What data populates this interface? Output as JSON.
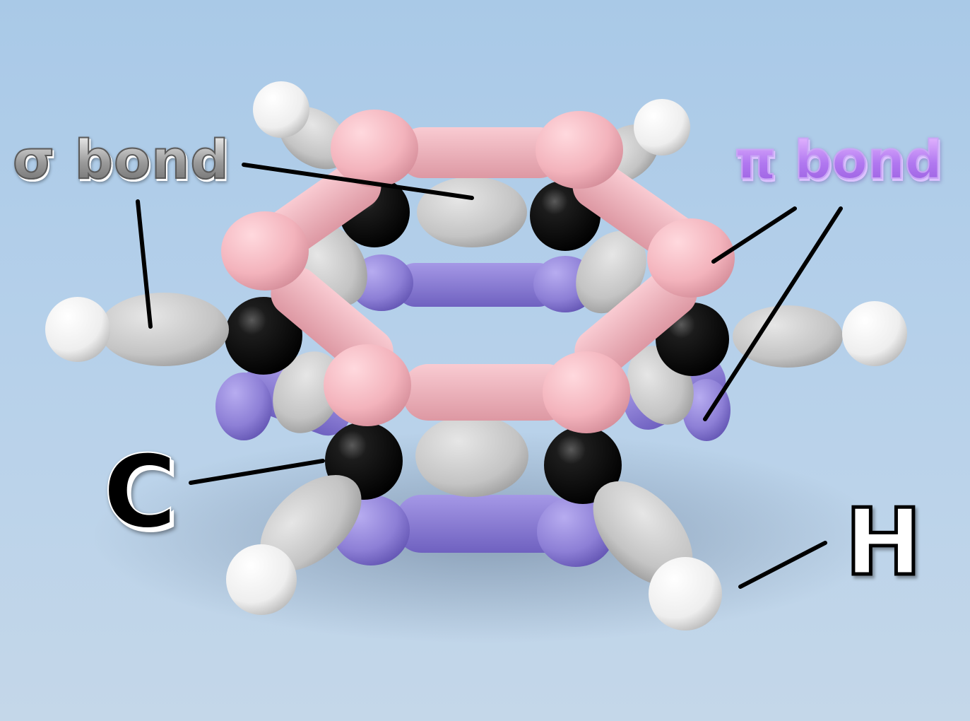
{
  "labels": {
    "sigma_bond": "σ bond",
    "pi_bond": "π bond",
    "carbon": "C",
    "hydrogen": "H"
  },
  "colors": {
    "background": "#b2cde8",
    "pi_bond_top": "#f2b8c0",
    "pi_bond_bottom": "#8f81d6",
    "sigma_bond": "#c9c9c9",
    "carbon_atom": "#0d0d0d",
    "hydrogen_atom": "#f7f7f7",
    "leader_line": "#000000"
  }
}
